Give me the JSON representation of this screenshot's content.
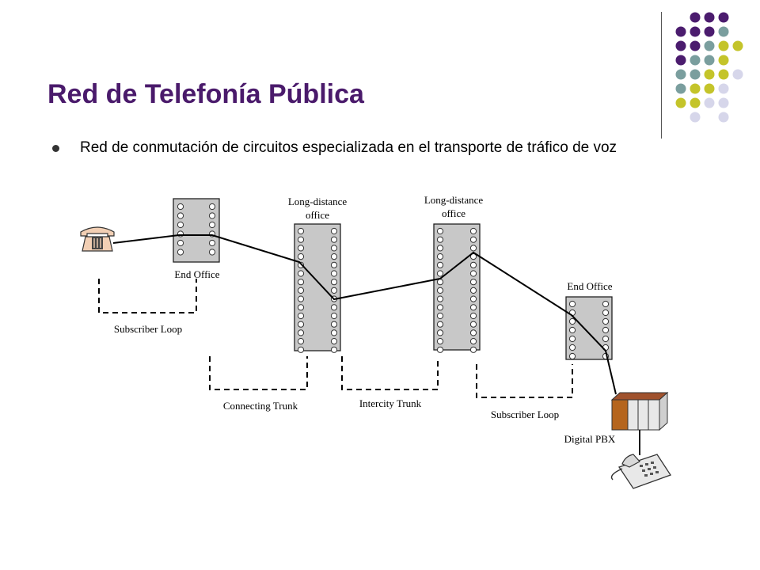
{
  "slide": {
    "title": "Red de Telefonía Pública",
    "bullet": "Red de conmutación de circuitos especializada en el transporte de tráfico de voz"
  },
  "diagram": {
    "labels": {
      "end_office_left": "End Office",
      "long_distance_1_line1": "Long-distance",
      "long_distance_1_line2": "office",
      "long_distance_2_line1": "Long-distance",
      "long_distance_2_line2": "office",
      "end_office_right": "End Office",
      "subscriber_loop_left": "Subscriber Loop",
      "connecting_trunk": "Connecting Trunk",
      "intercity_trunk": "Intercity Trunk",
      "subscriber_loop_right": "Subscriber Loop",
      "digital_pbx": "Digital PBX"
    },
    "icons": [
      "telephone-icon",
      "pbx-icon",
      "desk-phone-icon"
    ]
  },
  "theme": {
    "title_color": "#4a1a6b",
    "dot_purple": "#4b1c6e",
    "dot_teal": "#7a9e9e",
    "dot_yellow": "#c4c42a",
    "dot_lavender": "#d6d6ea",
    "switch_fill": "#c8c8c8"
  }
}
